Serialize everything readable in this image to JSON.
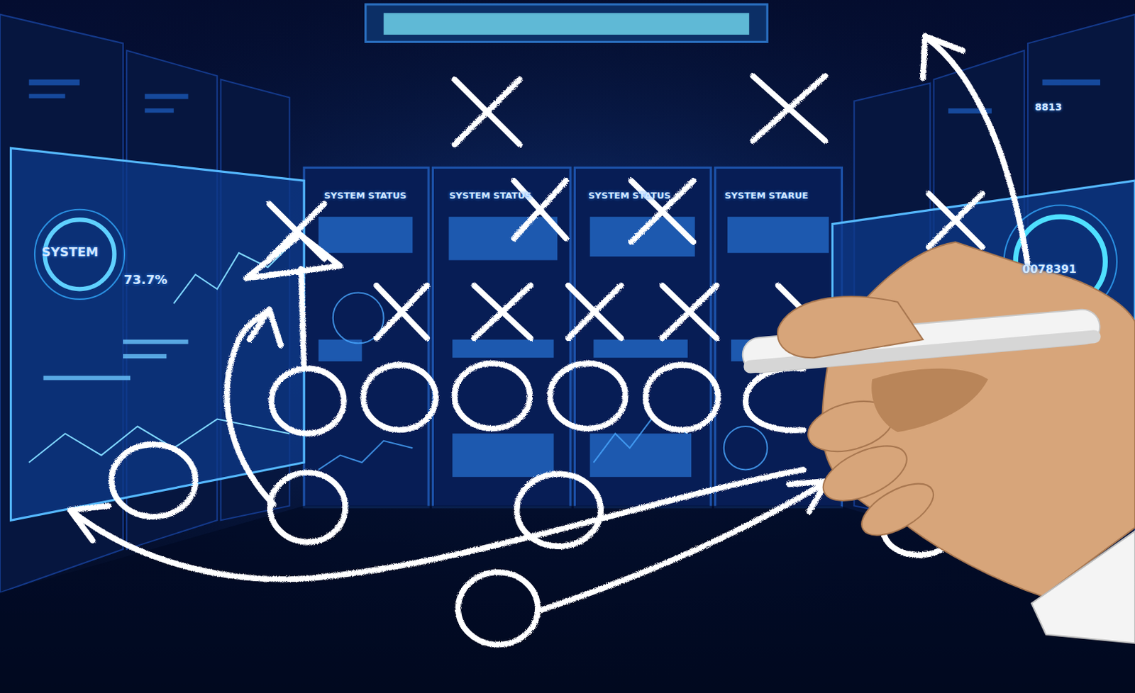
{
  "diagram": {
    "labels": [
      "SYSTEM STATUS",
      "SYSTEM STATUS",
      "SYSTEM STATUS",
      "SYSTEM STARUE",
      "SYSTEM",
      "73.7%",
      "0078391",
      "8813"
    ]
  }
}
